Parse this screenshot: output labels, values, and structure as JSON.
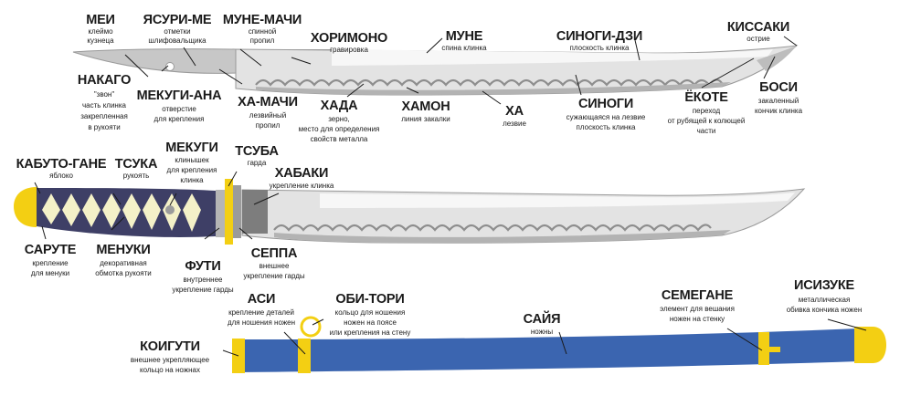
{
  "diagram": {
    "blade_parts": {
      "mei": {
        "title": "МЕИ",
        "desc": [
          "клеймо",
          "кузнеца"
        ]
      },
      "yasurime": {
        "title": "ЯСУРИ-МЕ",
        "desc": [
          "отметки",
          "шлифовальщика"
        ]
      },
      "munemachi": {
        "title": "МУНЕ-МАЧИ",
        "desc": [
          "спинной",
          "пропил"
        ]
      },
      "horimono": {
        "title": "ХОРИМОНО",
        "desc": [
          "гравировка"
        ]
      },
      "mune": {
        "title": "МУНЕ",
        "desc": [
          "спина клинка"
        ]
      },
      "shinogiji": {
        "title": "СИНОГИ-ДЗИ",
        "desc": [
          "плоскость клинка"
        ]
      },
      "kissaki": {
        "title": "КИССАКИ",
        "desc": [
          "острие"
        ]
      },
      "nakago": {
        "title": "НАКАГО",
        "desc": [
          "\"звон\"",
          "часть клинка",
          "закрепленная",
          "в рукояти"
        ]
      },
      "mekugiana": {
        "title": "МЕКУГИ-АНА",
        "desc": [
          "отверстие",
          "для крепления"
        ]
      },
      "hamachi": {
        "title": "ХА-МАЧИ",
        "desc": [
          "лезвийный",
          "пропил"
        ]
      },
      "hada": {
        "title": "ХАДА",
        "desc": [
          "зерно,",
          "место для определения",
          "свойств металла"
        ]
      },
      "hamon": {
        "title": "ХАМОН",
        "desc": [
          "линия закалки"
        ]
      },
      "ha": {
        "title": "ХА",
        "desc": [
          "лезвие"
        ]
      },
      "shinogi": {
        "title": "СИНОГИ",
        "desc": [
          "сужающаяся на лезвие",
          "плоскость клинка"
        ]
      },
      "yokote": {
        "title": "ЁКОТЕ",
        "desc": [
          "переход",
          "от рубящей к колющей",
          "части"
        ]
      },
      "boshi": {
        "title": "БОСИ",
        "desc": [
          "закаленный",
          "кончик клинка"
        ]
      }
    },
    "hilt_parts": {
      "kabutogane": {
        "title": "КАБУТО-ГАНЕ",
        "desc": [
          "яблоко"
        ]
      },
      "tsuka": {
        "title": "ТСУКА",
        "desc": [
          "рукоять"
        ]
      },
      "mekugi": {
        "title": "МЕКУГИ",
        "desc": [
          "клинышек",
          "для крепления",
          "клинка"
        ]
      },
      "tsuba": {
        "title": "ТСУБА",
        "desc": [
          "гарда"
        ]
      },
      "habaki": {
        "title": "ХАБАКИ",
        "desc": [
          "укрепление клинка"
        ]
      },
      "kashira": {
        "title": "САРУТЕ",
        "desc": [
          "крепление",
          "для менуки"
        ]
      },
      "menuki": {
        "title": "МЕНУКИ",
        "desc": [
          "декоративная",
          "обмотка рукояти"
        ]
      },
      "fuchi": {
        "title": "ФУТИ",
        "desc": [
          "внутреннее",
          "укрепление гарды"
        ]
      },
      "seppa": {
        "title": "СЕППА",
        "desc": [
          "внешнее",
          "укрепление гарды"
        ]
      }
    },
    "scabbard_parts": {
      "koiguchi": {
        "title": "КОИГУТИ",
        "desc": [
          "внешнее укрепляющее",
          "кольцо на ножнах"
        ]
      },
      "ashi": {
        "title": "АСИ",
        "desc": [
          "крепление деталей",
          "для ношения ножен"
        ]
      },
      "obitori": {
        "title": "ОБИ-ТОРИ",
        "desc": [
          "кольцо для ношения",
          "ножен на поясе",
          "или крепления на стену"
        ]
      },
      "saya": {
        "title": "САЙЯ",
        "desc": [
          "ножны"
        ]
      },
      "semegane": {
        "title": "СЕМЕГАНЕ",
        "desc": [
          "элемент для вешания",
          "ножен на стенку"
        ]
      },
      "ishizuki": {
        "title": "ИСИЗУКЕ",
        "desc": [
          "металлическая",
          "обивка кончика ножен"
        ]
      }
    }
  },
  "colors": {
    "blade_light": "#f2f2f2",
    "blade_mid": "#d6d6d6",
    "blade_dark": "#a7a7a7",
    "blade_outline": "#8a8a8a",
    "tang": "#c4c4c4",
    "habaki": "#7f7f7f",
    "hilt_wrap": "#3e3f66",
    "diamond": "#f4f1c8",
    "gold": "#f3cf13",
    "scabbard": "#3b65b0",
    "text": "#1a1a1a"
  }
}
